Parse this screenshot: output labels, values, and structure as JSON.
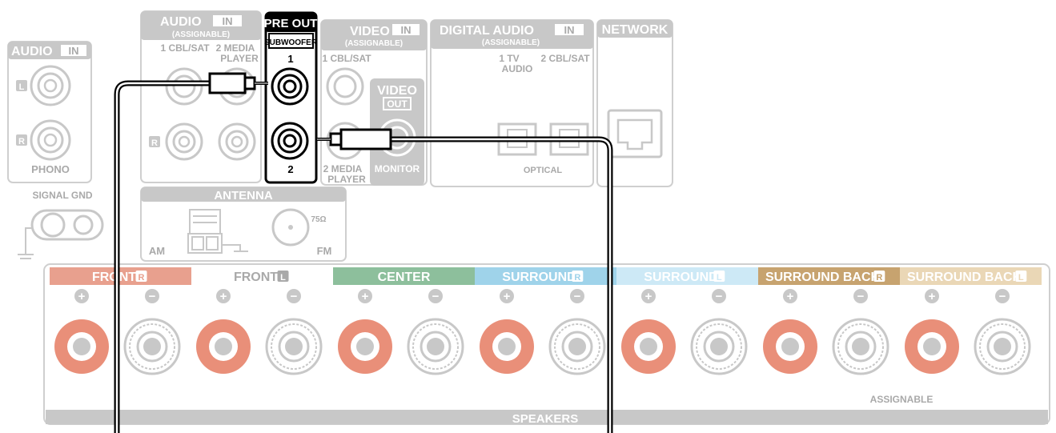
{
  "audio_in_left": {
    "title": "AUDIO",
    "badge": "IN",
    "left_mark": "L",
    "right_mark": "R",
    "footer": "PHONO"
  },
  "signal_gnd": "SIGNAL GND",
  "audio_in_assignable": {
    "title": "AUDIO",
    "badge": "IN",
    "subtitle": "(ASSIGNABLE)",
    "col1": "1 CBL/SAT",
    "col2_line1": "2  MEDIA",
    "col2_line2": "PLAYER",
    "right_mark": "R"
  },
  "pre_out": {
    "title": "PRE OUT",
    "subwoofer": "SUBWOOFER",
    "jack1": "1",
    "jack2": "2"
  },
  "video_in": {
    "title": "VIDEO",
    "badge": "IN",
    "subtitle": "(ASSIGNABLE)",
    "col1": "1 CBL/SAT",
    "col2_line1": "2  MEDIA",
    "col2_line2": "PLAYER"
  },
  "video_out": {
    "title": "VIDEO",
    "badge": "OUT",
    "footer": "MONITOR"
  },
  "digital_audio_in": {
    "title": "DIGITAL AUDIO",
    "badge": "IN",
    "subtitle": "(ASSIGNABLE)",
    "col1_line1": "1   TV",
    "col1_line2": "AUDIO",
    "col2": "2 CBL/SAT",
    "footer": "OPTICAL"
  },
  "network": {
    "title": "NETWORK"
  },
  "antenna": {
    "title": "ANTENNA",
    "am": "AM",
    "fm": "FM",
    "ohm": "75Ω"
  },
  "speakers": {
    "footer": "SPEAKERS",
    "assignable": "ASSIGNABLE",
    "plus": "+",
    "minus": "−",
    "channels": [
      {
        "name": "FRONT",
        "mark": "R",
        "color": "#e8a08e"
      },
      {
        "name": "FRONT",
        "mark": "L",
        "color": "#ffffff"
      },
      {
        "name": "CENTER",
        "mark": "",
        "color": "#8dbf9c"
      },
      {
        "name": "SURROUND",
        "mark": "R",
        "color": "#9fd3ea"
      },
      {
        "name": "SURROUND",
        "mark": "L",
        "color": "#cde9f6"
      },
      {
        "name": "SURROUND BACK",
        "mark": "R",
        "color": "#c7a36f"
      },
      {
        "name": "SURROUND BACK",
        "mark": "L",
        "color": "#ead7b6"
      }
    ]
  },
  "colors": {
    "panel_gray": "#c8c8c8",
    "positive_terminal": "#e98f79",
    "cable": "#000000"
  }
}
